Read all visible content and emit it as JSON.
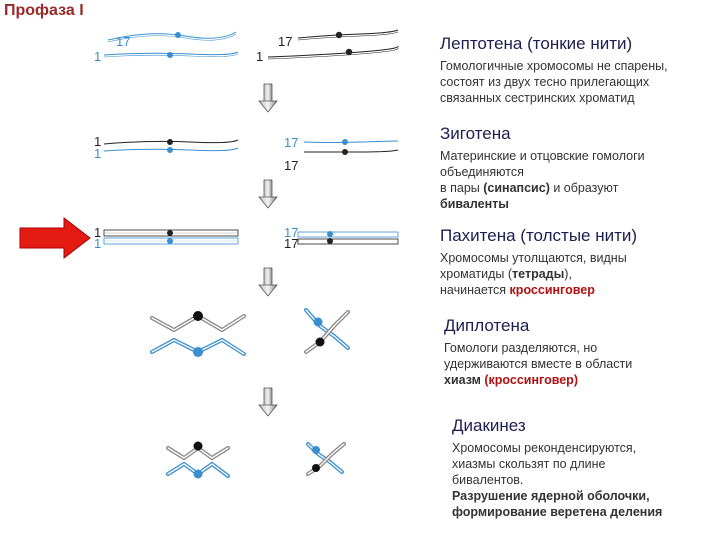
{
  "title": "Профаза I",
  "labels": {
    "num17": "17",
    "num1": "1"
  },
  "stages": [
    {
      "title": "Лептотена (тонкие нити)",
      "desc_lines": [
        "Гомологичные хромосомы не спарены,",
        "состоят из двух тесно прилегающих",
        "связанных сестринских хроматид"
      ]
    },
    {
      "title": "Зиготена",
      "desc_lines": [
        "Материнские и отцовские гомологи",
        "объединяются"
      ],
      "desc_rich": {
        "pre": "в пары ",
        "bold_red": "(синапсис)",
        "post": " и образуют",
        "bold_last": "биваленты"
      }
    },
    {
      "title": "Пахитена (толстые нити)",
      "desc_lines": [
        "Хромосомы утолщаются, видны"
      ],
      "desc_rich": {
        "pre": "хроматиды (",
        "bold": "тетрады",
        "post": "),",
        "line3_pre": "начинается ",
        "line3_red": "кроссинговер"
      }
    },
    {
      "title": "Диплотена",
      "desc_lines": [
        "Гомологи разделяются, но",
        "удерживаются вместе в области"
      ],
      "desc_rich": {
        "bold": "хиазм",
        "sep": " ",
        "red": "(кроссинговер)"
      }
    },
    {
      "title": "Диакинез",
      "desc_lines": [
        "Хромосомы реконденсируются,",
        "хиазмы скользят по длине",
        "бивалентов."
      ],
      "desc_bold_lines": [
        "Разрушение ядерной оболочки,",
        "формирование веретена деления"
      ]
    }
  ],
  "colors": {
    "blue": "#3a8fd0",
    "dark": "#222222",
    "arrow_red": "#e41b12",
    "gray_arrow": "#9a9a9a"
  }
}
